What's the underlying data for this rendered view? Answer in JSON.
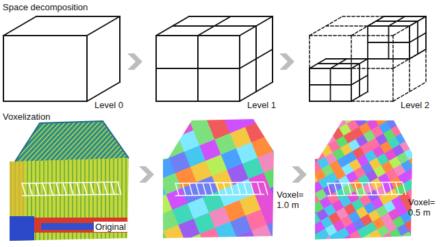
{
  "diagram": {
    "labels": [
      "Space decomposition",
      "Level 0",
      "Level 1",
      "Level 2",
      "Voxelization",
      "Original",
      "Voxel= 1.0 m",
      "Voxel= 0.5 m"
    ]
  }
}
